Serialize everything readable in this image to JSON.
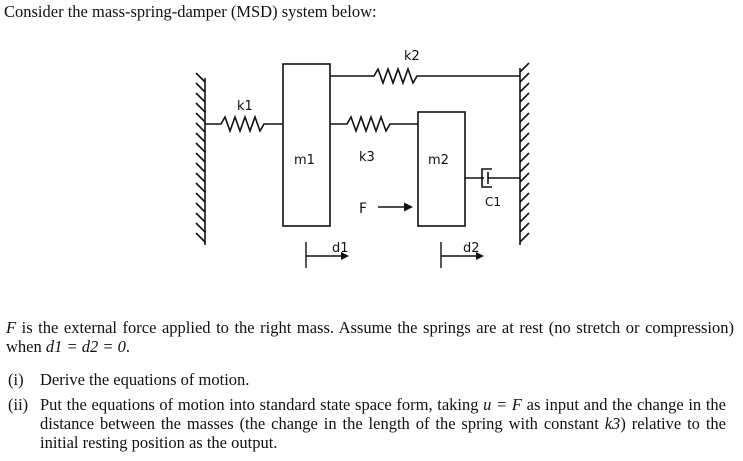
{
  "intro": "Consider the mass-spring-damper (MSD) system below:",
  "diagram": {
    "k1": "k1",
    "k2": "k2",
    "k3": "k3",
    "m1": "m1",
    "m2": "m2",
    "c1": "C1",
    "force": "F",
    "d1": "d1",
    "d2": "d2"
  },
  "paragraph": {
    "var_F": "F",
    "text_a": " is the external force applied to the right mass. Assume the springs are at rest (no stretch or compression) when ",
    "cond": "d1 = d2 = 0",
    "text_b": "."
  },
  "questions": [
    {
      "marker": "(i)",
      "text": "Derive the equations of motion."
    },
    {
      "marker": "(ii)",
      "text_a": "Put the equations of motion into standard state space form, taking ",
      "eq": "u = F",
      "text_b": " as input and the change in the distance between the masses (the change in the length of the spring with constant ",
      "k3": "k3",
      "text_c": ") relative to the initial resting position as the output."
    }
  ]
}
